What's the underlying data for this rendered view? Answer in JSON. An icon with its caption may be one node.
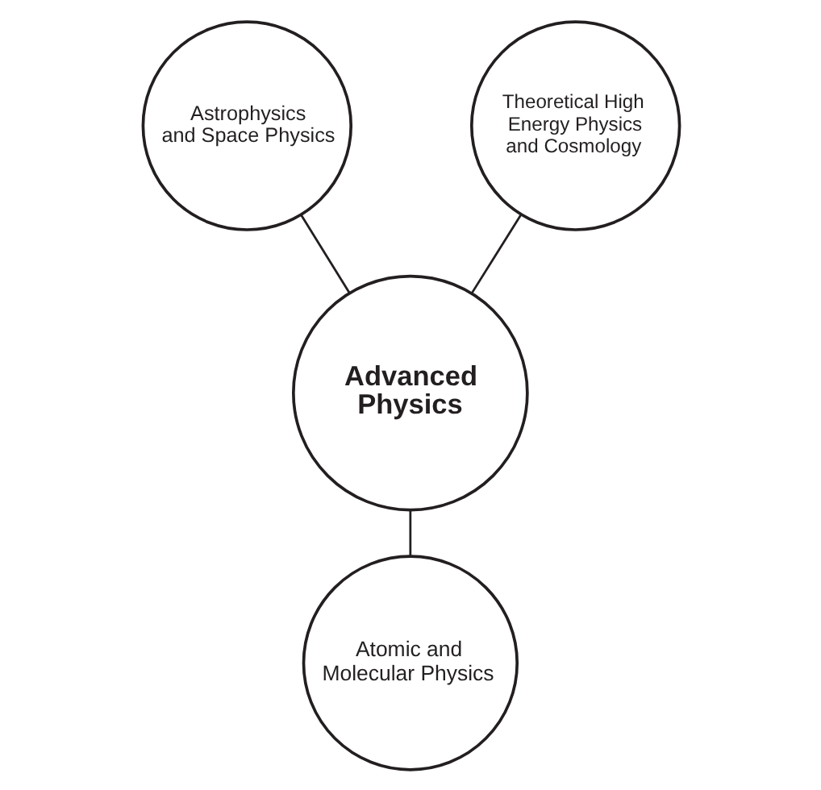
{
  "diagram": {
    "nodes": [
      {
        "text": [
          "Astrophysics and Space Physics"
        ]
      },
      {
        "text": [
          "Theoretical High Energy Physics and Cosmology"
        ]
      },
      {
        "text": [
          "Advanced Physics"
        ]
      },
      {
        "text": [
          "Atomic and Molecular Physics"
        ]
      }
    ],
    "edges": [
      {
        "from": 0,
        "to": 2,
        "arrow": "none"
      },
      {
        "from": 1,
        "to": 2,
        "arrow": "none"
      },
      {
        "from": 2,
        "to": 3,
        "arrow": "none"
      }
    ]
  }
}
